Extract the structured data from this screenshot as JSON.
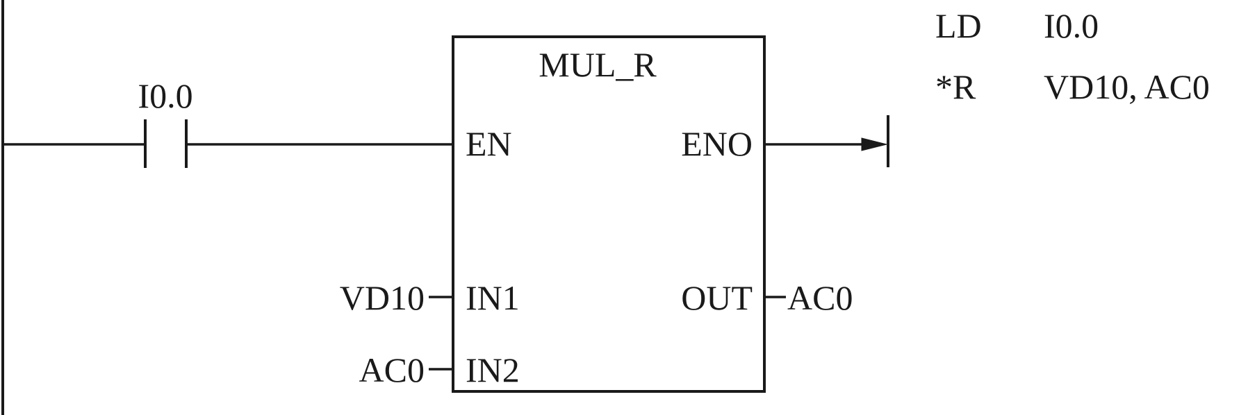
{
  "ladder": {
    "contact": {
      "label": "I0.0"
    },
    "block": {
      "title": "MUL_R",
      "pins": {
        "en": "EN",
        "eno": "ENO",
        "in1": "IN1",
        "in2": "IN2",
        "out": "OUT"
      }
    },
    "operands": {
      "in1": "VD10",
      "in2": "AC0",
      "out": "AC0"
    }
  },
  "statement_list": [
    {
      "op": "LD",
      "args": "I0.0"
    },
    {
      "op": "*R",
      "args": "VD10, AC0"
    }
  ]
}
